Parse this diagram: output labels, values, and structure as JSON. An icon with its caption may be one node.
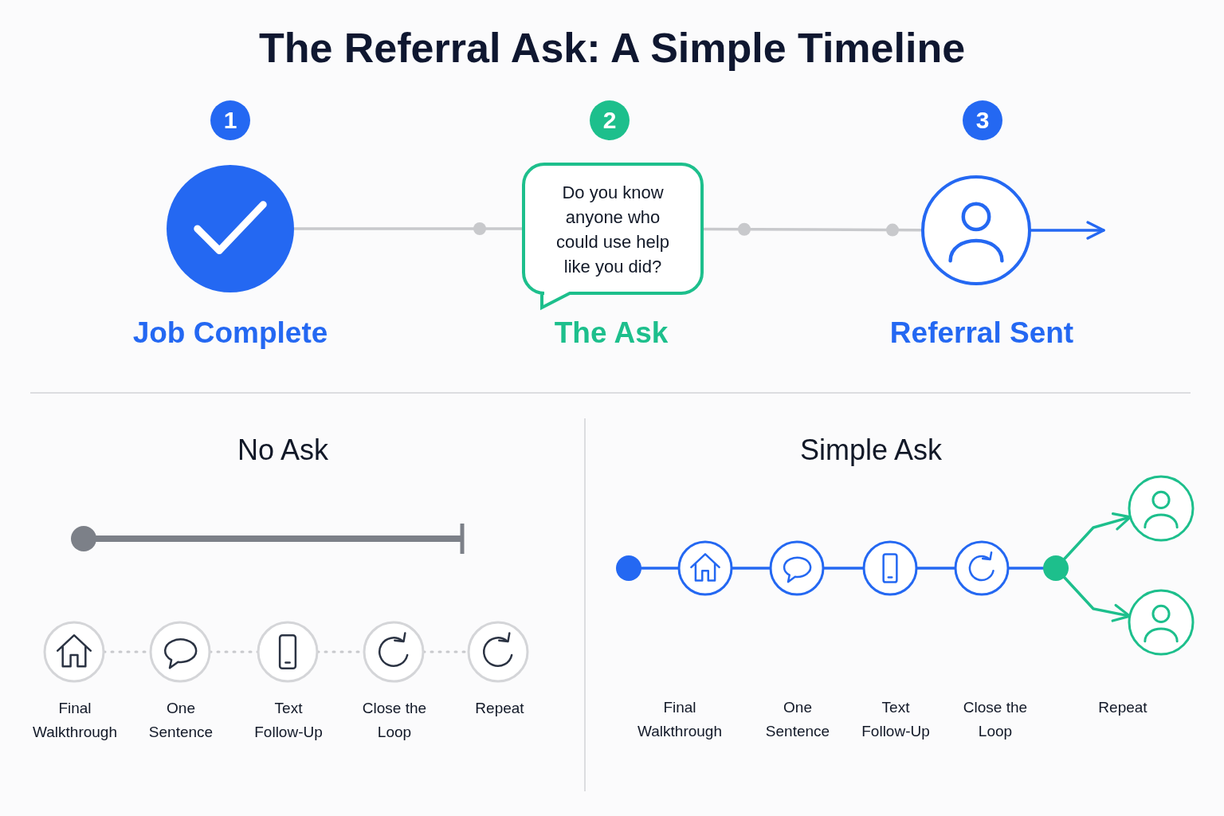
{
  "diagram": {
    "title": "The Referral Ask: A Simple Timeline",
    "nodes": [
      {
        "text": [
          "1"
        ]
      },
      {
        "text": [
          "2"
        ]
      },
      {
        "text": [
          "3"
        ]
      },
      {
        "text": [
          "Job Complete"
        ]
      },
      {
        "text": [
          "Do you know anyone who could use help like you did?",
          "The Ask"
        ]
      },
      {
        "text": [
          "Referral Sent"
        ]
      },
      {
        "text": [
          "Final Walkthrough"
        ]
      },
      {
        "text": [
          "One Sentence"
        ]
      },
      {
        "text": [
          "Text Follow-Up"
        ]
      },
      {
        "text": [
          "Close the Loop"
        ]
      },
      {
        "text": [
          "Repeat"
        ]
      },
      {
        "text": [],
        "shape": "circle"
      },
      {
        "text": [],
        "shape": "circle"
      },
      {
        "text": [],
        "shape": "circle"
      },
      {
        "text": [],
        "shape": "circle"
      },
      {
        "text": [],
        "shape": "circle"
      },
      {
        "text": [],
        "shape": "circle"
      },
      {
        "text": [],
        "shape": "circle"
      },
      {
        "text": [],
        "shape": "circle"
      }
    ],
    "edges": [
      {
        "from": 3,
        "to": 4,
        "arrow": "none",
        "color": "#c8c9cc"
      },
      {
        "from": 4,
        "to": 5,
        "arrow": "none",
        "color": "#c8c9cc"
      },
      {
        "from": 5,
        "to": null,
        "arrow": "to",
        "color": "#2468f2"
      },
      {
        "from": 6,
        "to": 7,
        "arrow": "none",
        "style": "dashed",
        "color": "#c8c9cc"
      },
      {
        "from": 7,
        "to": 8,
        "arrow": "none",
        "style": "dashed",
        "color": "#c8c9cc"
      },
      {
        "from": 8,
        "to": 9,
        "arrow": "none",
        "style": "dashed",
        "color": "#c8c9cc"
      },
      {
        "from": 9,
        "to": 10,
        "arrow": "none",
        "style": "dashed",
        "color": "#c8c9cc"
      },
      {
        "from": 11,
        "to": 12,
        "arrow": "none",
        "color": "#2468f2"
      },
      {
        "from": 12,
        "to": 13,
        "arrow": "none",
        "color": "#2468f2"
      },
      {
        "from": 13,
        "to": 14,
        "arrow": "none",
        "color": "#2468f2"
      },
      {
        "from": 14,
        "to": 15,
        "arrow": "none",
        "color": "#2468f2"
      },
      {
        "from": 15,
        "to": 16,
        "arrow": "none",
        "color": "#2468f2"
      },
      {
        "from": 16,
        "to": 17,
        "arrow": "to",
        "color": "#1dbf8c"
      },
      {
        "from": 16,
        "to": 18,
        "arrow": "to",
        "color": "#1dbf8c"
      }
    ],
    "labels": [
      "No Ask",
      "Simple Ask",
      "Final Walkthrough",
      "One Sentence",
      "Text Follow-Up",
      "Close the Loop",
      "Repeat"
    ]
  }
}
